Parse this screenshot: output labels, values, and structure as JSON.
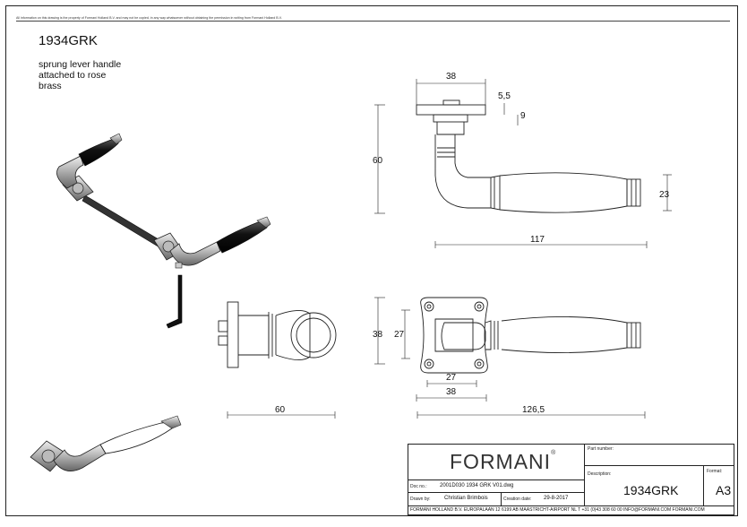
{
  "sheet": {
    "disclaimer": "All information on this drawing is the property of Formani Holland B.V. and may not be copied, in any way whatsoever without obtaining the permission in writing from Formani Holland B.V.",
    "product_code": "1934GRK",
    "description_lines": [
      "sprung lever handle",
      "attached to rose",
      "brass"
    ]
  },
  "dimensions": {
    "side_top": {
      "rose_width": "38",
      "rose_thick": "5,5",
      "rose_gap": "9",
      "height": "60",
      "grip_dia": "23",
      "length": "117"
    },
    "end_view": {
      "projection": "60"
    },
    "front_view": {
      "rose_height": "38",
      "inner_height": "27",
      "inner_width": "27",
      "rose_width": "38",
      "length": "126,5"
    }
  },
  "title_block": {
    "part_number_label": "Part number:",
    "brand": "FORMANI",
    "brand_mark": "®",
    "description_label": "Description:",
    "description_value": "1934GRK",
    "format_label": "Format:",
    "format_value": "A3",
    "doc_no_label": "Doc no.:",
    "doc_no_value": "2001D030 1934 GRK V01.dwg",
    "drawn_by_label": "Drawn by:",
    "drawn_by_value": "Christian Brimbois",
    "creation_date_label": "Creation date:",
    "creation_date_value": "29-8-2017",
    "footer": "FORMANI HOLLAND B.V.  EUROPALAAN 12  6199 AB MAASTRICHT-AIRPORT NL  T +31 (0)43 308 60 00 INFO@FORMANI.COM FORMANI.COM"
  }
}
